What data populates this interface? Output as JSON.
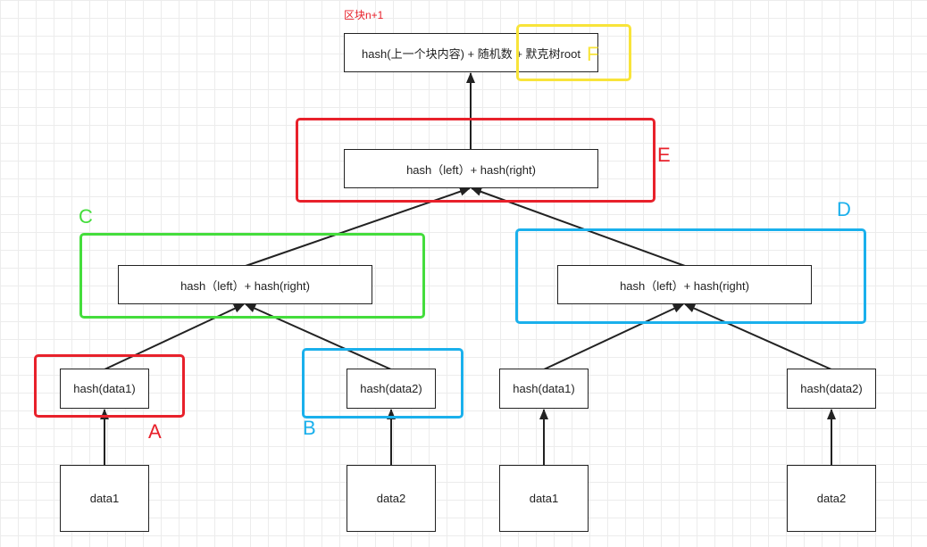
{
  "block_label": "区块n+1",
  "nodes": {
    "block_header": "hash(上一个块内容) + 随机数 + 默克树root",
    "root": "hash（left）+ hash(right)",
    "left_inner": "hash（left）+ hash(right)",
    "right_inner": "hash（left）+ hash(right)",
    "leaf_hash_1": "hash(data1)",
    "leaf_hash_2": "hash(data2)",
    "leaf_hash_3": "hash(data1)",
    "leaf_hash_4": "hash(data2)",
    "data_1": "data1",
    "data_2": "data2",
    "data_3": "data1",
    "data_4": "data2"
  },
  "highlights": {
    "A": "A",
    "B": "B",
    "C": "C",
    "D": "D",
    "E": "E",
    "F": "F"
  },
  "colors": {
    "red": "#e8212b",
    "green": "#44dd3c",
    "blue": "#1ab0ec",
    "yellow": "#f8e43a",
    "line": "#222222"
  }
}
